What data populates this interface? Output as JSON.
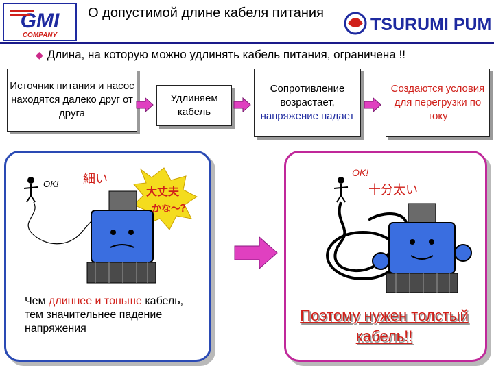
{
  "header": {
    "title": "О допустимой длине кабеля питания",
    "logo_left": {
      "main": "GMI",
      "sub": "COMPANY"
    },
    "logo_right": {
      "text": "TSURUMI PUMP"
    }
  },
  "subtitle": "Длина, на которую можно удлинять кабель питания, ограничена !!",
  "flow": {
    "step1": "Источник питания и насос находятся далеко друг от друга",
    "step2": "Удлиняем кабель",
    "step3_line1": "Сопротивление возрастает,",
    "step3_line2": "напряжение падает",
    "step4": "Создаются условия для перегрузки по току"
  },
  "left_panel": {
    "caption_pre": "Чем ",
    "caption_highlight": "длиннее и тоньше",
    "caption_post": " кабель, тем значительнее падение напряжения",
    "marks": {
      "ok": "OK!",
      "thin": "細い",
      "big": "大丈夫",
      "question": "かな～？"
    }
  },
  "right_panel": {
    "caption": "Поэтому нужен толстый кабель!!",
    "marks": {
      "ok": "OK!",
      "thick": "十分太い"
    }
  },
  "colors": {
    "accent_blue": "#1e2aa0",
    "accent_red": "#d0201a",
    "arrow_pink": "#e040c0"
  }
}
